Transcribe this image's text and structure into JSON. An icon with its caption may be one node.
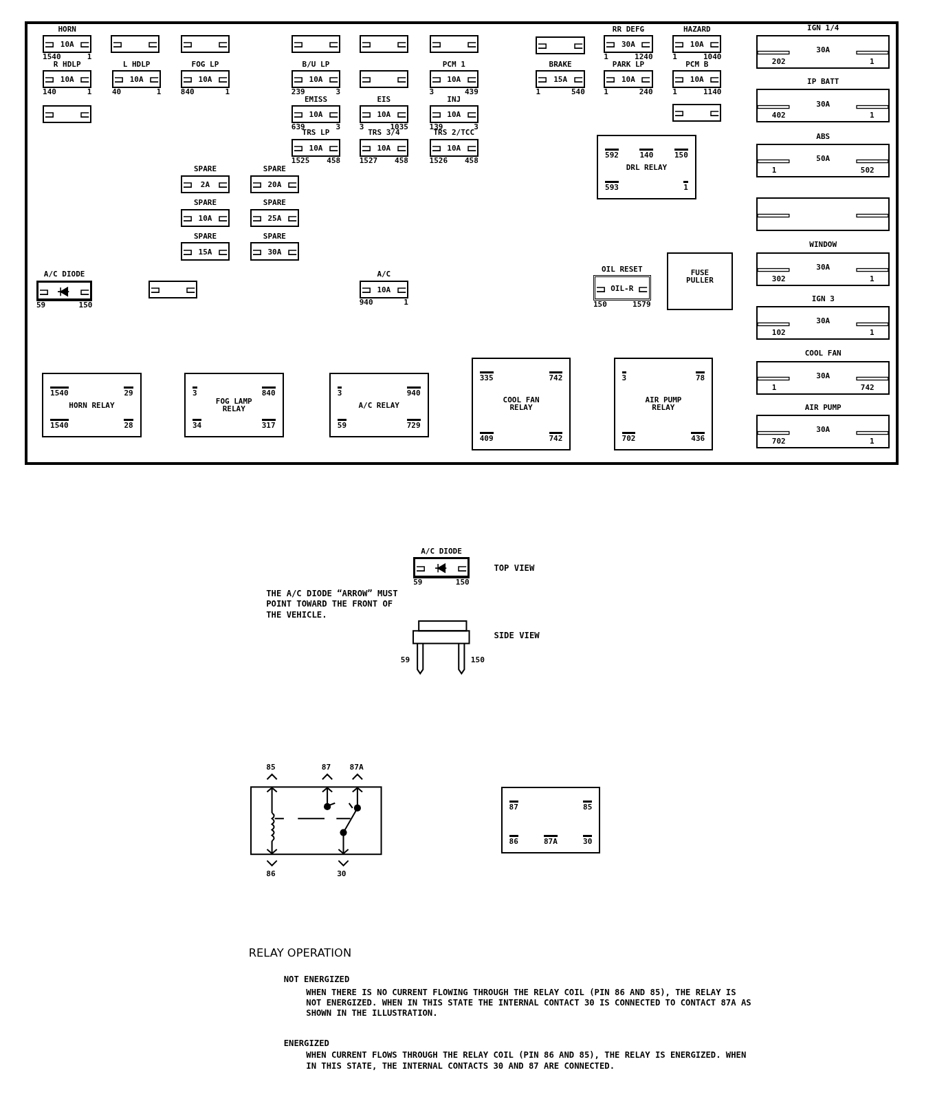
{
  "diagram": {
    "nodes": [
      {
        "text": [],
        "shape": "box"
      },
      {
        "text": [
          "HORN",
          "10A"
        ],
        "beside": [
          "1540",
          "1"
        ],
        "in": 0
      },
      {
        "text": [],
        "shape": "box",
        "in": 0
      },
      {
        "text": [],
        "shape": "box",
        "in": 0
      },
      {
        "text": [],
        "shape": "box",
        "in": 0
      },
      {
        "text": [],
        "shape": "box",
        "in": 0
      },
      {
        "text": [],
        "shape": "box",
        "in": 0
      },
      {
        "text": [],
        "shape": "box",
        "in": 0
      },
      {
        "text": [
          "RR DEFG",
          "30A"
        ],
        "beside": [
          "1",
          "1240"
        ],
        "in": 0
      },
      {
        "text": [
          "HAZARD",
          "10A"
        ],
        "beside": [
          "1",
          "1040"
        ],
        "in": 0
      },
      {
        "text": [
          "IGN 1/4",
          "30A",
          "202",
          "1"
        ],
        "in": 0
      },
      {
        "text": [
          "R HDLP",
          "10A"
        ],
        "beside": [
          "140",
          "1"
        ],
        "in": 0
      },
      {
        "text": [
          "L HDLP",
          "10A"
        ],
        "beside": [
          "40",
          "1"
        ],
        "in": 0
      },
      {
        "text": [
          "FOG LP",
          "10A"
        ],
        "beside": [
          "840",
          "1"
        ],
        "in": 0
      },
      {
        "text": [
          "B/U LP",
          "10A"
        ],
        "beside": [
          "239",
          "3"
        ],
        "in": 0
      },
      {
        "text": [],
        "shape": "box",
        "in": 0
      },
      {
        "text": [
          "PCM 1",
          "10A"
        ],
        "beside": [
          "3",
          "439"
        ],
        "in": 0
      },
      {
        "text": [
          "BRAKE",
          "15A"
        ],
        "beside": [
          "1",
          "540"
        ],
        "in": 0
      },
      {
        "text": [
          "PARK LP",
          "10A"
        ],
        "beside": [
          "1",
          "240"
        ],
        "in": 0
      },
      {
        "text": [
          "PCM B",
          "10A"
        ],
        "beside": [
          "1",
          "1140"
        ],
        "in": 0
      },
      {
        "text": [
          "IP BATT",
          "30A",
          "402",
          "1"
        ],
        "in": 0
      },
      {
        "text": [],
        "shape": "box",
        "in": 0
      },
      {
        "text": [
          "EMISS",
          "10A"
        ],
        "beside": [
          "639",
          "3"
        ],
        "in": 0
      },
      {
        "text": [
          "EIS",
          "10A"
        ],
        "beside": [
          "3",
          "1035"
        ],
        "in": 0
      },
      {
        "text": [
          "INJ",
          "10A"
        ],
        "beside": [
          "139",
          "3"
        ],
        "in": 0
      },
      {
        "text": [],
        "shape": "box",
        "in": 0
      },
      {
        "text": [
          "TRS LP",
          "10A"
        ],
        "beside": [
          "1525",
          "458"
        ],
        "in": 0
      },
      {
        "text": [
          "TRS 3/4",
          "10A"
        ],
        "beside": [
          "1527",
          "458"
        ],
        "in": 0
      },
      {
        "text": [
          "TRS 2/TCC",
          "10A"
        ],
        "beside": [
          "1526",
          "458"
        ],
        "in": 0
      },
      {
        "text": [
          "DRL RELAY",
          "592",
          "140",
          "150",
          "593",
          "1"
        ],
        "in": 0
      },
      {
        "text": [
          "ABS",
          "50A",
          "1",
          "502"
        ],
        "in": 0
      },
      {
        "text": [
          "SPARE",
          "2A"
        ],
        "in": 0
      },
      {
        "text": [
          "SPARE",
          "20A"
        ],
        "in": 0
      },
      {
        "text": [],
        "shape": "box",
        "in": 0
      },
      {
        "text": [
          "SPARE",
          "10A"
        ],
        "in": 0
      },
      {
        "text": [
          "SPARE",
          "25A"
        ],
        "in": 0
      },
      {
        "text": [
          "SPARE",
          "15A"
        ],
        "in": 0
      },
      {
        "text": [
          "SPARE",
          "30A"
        ],
        "in": 0
      },
      {
        "text": [
          "WINDOW",
          "30A",
          "302",
          "1"
        ],
        "in": 0
      },
      {
        "text": [
          "FUSE PULLER"
        ],
        "in": 0
      },
      {
        "text": [
          "OIL RESET",
          "OIL-R"
        ],
        "beside": [
          "150",
          "1579"
        ],
        "in": 0
      },
      {
        "text": [
          "A/C DIODE"
        ],
        "beside": [
          "59",
          "150"
        ],
        "in": 0
      },
      {
        "text": [],
        "shape": "box",
        "in": 0
      },
      {
        "text": [
          "A/C",
          "10A"
        ],
        "beside": [
          "940",
          "1"
        ],
        "in": 0
      },
      {
        "text": [
          "IGN 3",
          "30A",
          "102",
          "1"
        ],
        "in": 0
      },
      {
        "text": [
          "COOL FAN",
          "30A",
          "1",
          "742"
        ],
        "in": 0
      },
      {
        "text": [
          "HORN RELAY",
          "1540",
          "29",
          "1540",
          "28"
        ],
        "in": 0
      },
      {
        "text": [
          "FOG LAMP RELAY",
          "3",
          "840",
          "34",
          "317"
        ],
        "in": 0
      },
      {
        "text": [
          "A/C RELAY",
          "3",
          "940",
          "59",
          "729"
        ],
        "in": 0
      },
      {
        "text": [
          "COOL FAN RELAY",
          "335",
          "742",
          "409",
          "742"
        ],
        "in": 0
      },
      {
        "text": [
          "AIR PUMP RELAY",
          "3",
          "78",
          "702",
          "436"
        ],
        "in": 0
      },
      {
        "text": [
          "AIR PUMP",
          "30A",
          "702",
          "1"
        ],
        "in": 0
      },
      {
        "text": [
          "A/C DIODE"
        ],
        "beside": [
          "59",
          "150"
        ]
      },
      {
        "text": [
          "87",
          "85",
          "86",
          "87A",
          "30"
        ]
      }
    ],
    "labels": [
      "TOP VIEW",
      "THE A/C DIODE “ARROW” MUST POINT TOWARD THE FRONT OF THE VEHICLE.",
      "SIDE VIEW",
      "59",
      "150",
      "85",
      "87",
      "87A",
      "86",
      "30",
      "RELAY OPERATION",
      "NOT ENERGIZED",
      "WHEN THERE IS NO CURRENT FLOWING THROUGH THE RELAY COIL (PIN 86 AND 85), THE RELAY IS NOT ENERGIZED. WHEN IN THIS STATE THE INTERNAL CONTACT 30 IS CONNECTED TO CONTACT 87A AS SHOWN IN THE ILLUSTRATION.",
      "ENERGIZED",
      "WHEN CURRENT FLOWS THROUGH THE RELAY COIL (PIN 86 AND 85), THE RELAY IS ENERGIZED. WHEN IN THIS STATE, THE INTERNAL CONTACTS 30 AND 87 ARE CONNECTED."
    ]
  }
}
